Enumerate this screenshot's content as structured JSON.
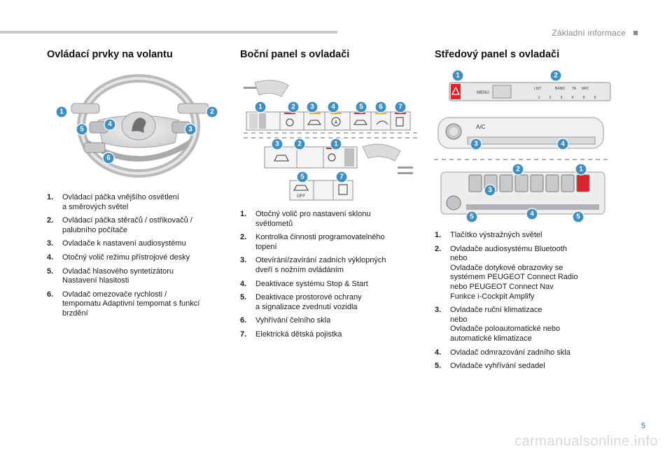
{
  "header": {
    "section_title": "Základní informace",
    "section_dot": "■"
  },
  "columns": [
    {
      "heading": "Ovládací prvky na volantu",
      "items": [
        {
          "n": "1.",
          "text": "Ovládací páčka vnějšího osvětlení\na směrových světel"
        },
        {
          "n": "2.",
          "text": "Ovládací páčka stěračů / ostřikovačů /\npalubního počítače"
        },
        {
          "n": "3.",
          "text": "Ovladače k nastavení audiosystému"
        },
        {
          "n": "4.",
          "text": "Otočný volič režimu přístrojové desky"
        },
        {
          "n": "5.",
          "text": "Ovladač hlasového syntetizátoru\nNastavení hlasitosti"
        },
        {
          "n": "6.",
          "text": "Ovladač omezovače rychlosti /\ntempomatu Adaptivní tempomat s funkcí\nbrzdění"
        }
      ]
    },
    {
      "heading": "Boční panel s ovladači",
      "items": [
        {
          "n": "1.",
          "text": "Otočný volič pro nastavení sklonu\nsvětlometů"
        },
        {
          "n": "2.",
          "text": "Kontrolka činnosti programovatelného\ntopení"
        },
        {
          "n": "3.",
          "text": "Otevírání/zavírání zadních výklopných\ndveří s nožním ovládáním"
        },
        {
          "n": "4.",
          "text": "Deaktivace systému Stop & Start"
        },
        {
          "n": "5.",
          "text": "Deaktivace prostorové ochrany\na signalizace zvednutí vozidla"
        },
        {
          "n": "6.",
          "text": "Vyhřívání čelního skla"
        },
        {
          "n": "7.",
          "text": "Elektrická dětská pojistka"
        }
      ]
    },
    {
      "heading": "Středový panel s ovladači",
      "items": [
        {
          "n": "1.",
          "text": "Tlačítko výstražných světel"
        },
        {
          "n": "2.",
          "text": "Ovladače audiosystému Bluetooth\nnebo\nOvladače dotykové obrazovky se\nsystémem PEUGEOT Connect Radio\nnebo PEUGEOT Connect Nav\nFunkce i-Cockpit Amplify"
        },
        {
          "n": "3.",
          "text": "Ovladače ruční klimatizace\nnebo\nOvladače poloautomatické nebo\nautomatické klimatizace"
        },
        {
          "n": "4.",
          "text": "Ovladač odmrazování zadního skla"
        },
        {
          "n": "5.",
          "text": "Ovladače vyhřívání sedadel"
        }
      ]
    }
  ],
  "figure_labels": {
    "audio_buttons": [
      "LIST",
      "BAND",
      "TA",
      "SRC"
    ],
    "menu": "MENU",
    "ac": "A/C",
    "off": "OFF",
    "auto": "A",
    "presets": [
      "1",
      "2",
      "3",
      "4",
      "5",
      "6"
    ]
  },
  "page_number": "5",
  "watermark": "carmanualsonline.info"
}
